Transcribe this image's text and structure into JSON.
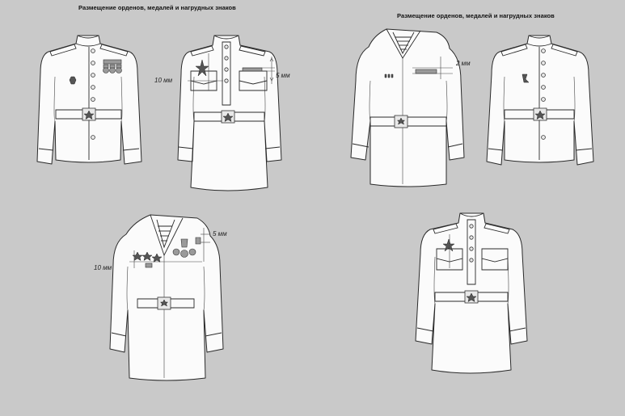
{
  "captions": {
    "left": "Размещение орденов, медалей и нагрудных знаков",
    "right": "Размещение орденов, медалей и нагрудных знаков"
  },
  "measurements": {
    "m10a": "10 мм",
    "m5a": "5 мм",
    "m2": "2 мм",
    "m5b": "5 мм",
    "m10b": "10 мм"
  }
}
